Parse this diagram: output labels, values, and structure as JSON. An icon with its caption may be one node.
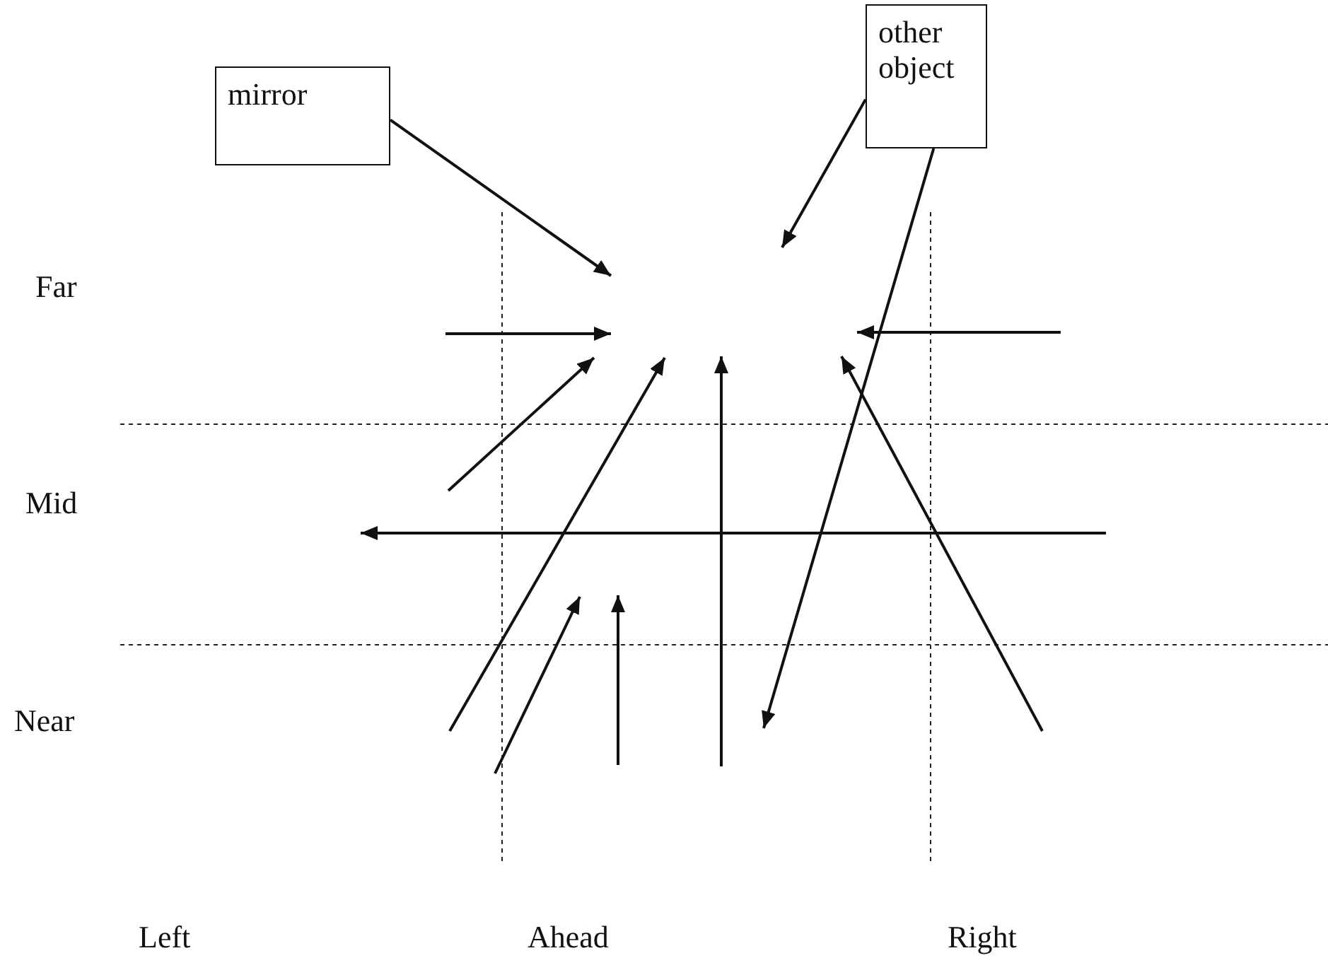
{
  "diagram": {
    "nodes": [
      {
        "text": [
          "mirror"
        ]
      },
      {
        "text": [
          "other object"
        ]
      }
    ],
    "edges": [
      {
        "from": 0,
        "to": null,
        "arrow": "to"
      },
      {
        "from": 1,
        "to": null,
        "arrow": "to"
      },
      {
        "from": 1,
        "to": null,
        "arrow": "to"
      }
    ],
    "labels": [
      "Far",
      "Mid",
      "Near",
      "Left",
      "Ahead",
      "Right"
    ]
  }
}
